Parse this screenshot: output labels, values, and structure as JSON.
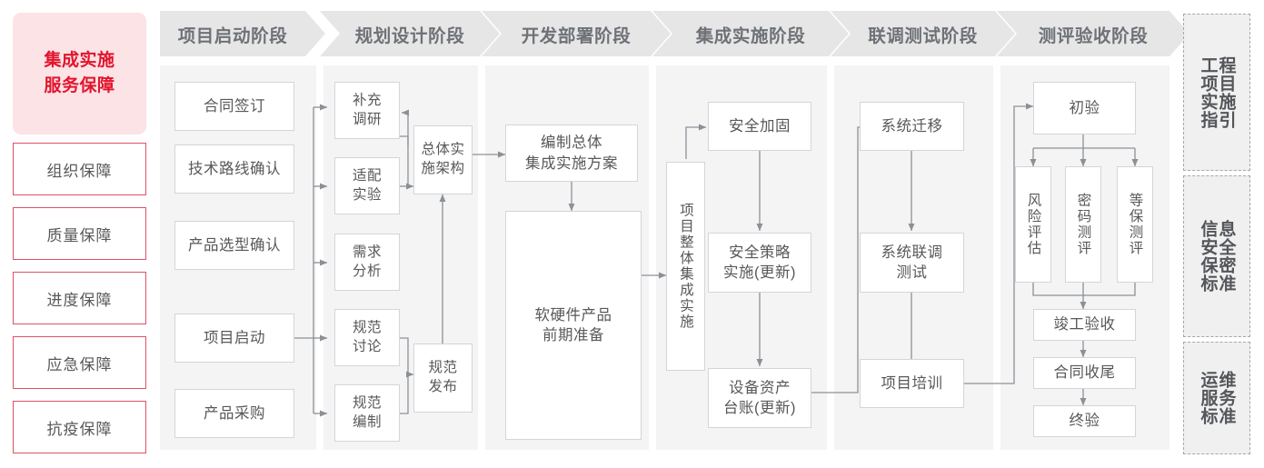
{
  "title_block": {
    "line1": "集成实施",
    "line2": "服务保障",
    "text": "集成实施服务保障"
  },
  "guarantees": [
    {
      "label": "组织保障"
    },
    {
      "label": "质量保障"
    },
    {
      "label": "进度保障"
    },
    {
      "label": "应急保障"
    },
    {
      "label": "抗疫保障"
    }
  ],
  "phases": [
    {
      "id": "p1",
      "header": "项目启动阶段"
    },
    {
      "id": "p2",
      "header": "规划设计阶段"
    },
    {
      "id": "p3",
      "header": "开发部署阶段"
    },
    {
      "id": "p4",
      "header": "集成实施阶段"
    },
    {
      "id": "p5",
      "header": "联调测试阶段"
    },
    {
      "id": "p6",
      "header": "测评验收阶段"
    }
  ],
  "nodes": {
    "contract": {
      "label": "合同签订"
    },
    "tech_route": {
      "label": "技术路线确认"
    },
    "product_select": {
      "label": "产品选型确认"
    },
    "project_kickoff": {
      "label": "项目启动"
    },
    "product_purchase": {
      "label": "产品采购"
    },
    "extra_research": {
      "line1": "补充",
      "line2": "调研"
    },
    "adapt_test": {
      "line1": "适配",
      "line2": "实验"
    },
    "req_analysis": {
      "line1": "需求",
      "line2": "分析"
    },
    "spec_discuss": {
      "line1": "规范",
      "line2": "讨论"
    },
    "spec_draft": {
      "line1": "规范",
      "line2": "编制"
    },
    "spec_release": {
      "line1": "规范",
      "line2": "发布"
    },
    "overall_arch": {
      "line1": "总体实",
      "line2": "施架构"
    },
    "make_plan": {
      "line1": "编制总体",
      "line2": "集成实施方案"
    },
    "hw_sw_prep": {
      "line1": "软硬件产品",
      "line2": "前期准备"
    },
    "overall_integration": {
      "label": "项目整体集成实施"
    },
    "security_harden": {
      "label": "安全加固"
    },
    "security_policy": {
      "line1": "安全策略",
      "line2": "实施(更新)"
    },
    "asset_ledger": {
      "line1": "设备资产",
      "line2": "台账(更新)"
    },
    "sys_migration": {
      "label": "系统迁移"
    },
    "sys_joint_test": {
      "line1": "系统联调",
      "line2": "测试"
    },
    "project_training": {
      "label": "项目培训"
    },
    "first_accept": {
      "label": "初验"
    },
    "risk_assess": {
      "label": "风险评估"
    },
    "crypto_eval": {
      "label": "密码测评"
    },
    "level_eval": {
      "label": "等保测评"
    },
    "completion_accept": {
      "label": "竣工验收"
    },
    "contract_close": {
      "label": "合同收尾"
    },
    "final_accept": {
      "label": "终验"
    }
  },
  "standards": [
    {
      "id": "s1",
      "right": "程目施引",
      "left": "工项实指",
      "text": "工程项目实施指引"
    },
    {
      "id": "s2",
      "right": "息全密准",
      "left": "信安保标",
      "text": "信息安全保密标准"
    },
    {
      "id": "s3",
      "right": "维务准",
      "left": "运服标",
      "text": "运维服务标准"
    }
  ],
  "colors": {
    "accent_red": "#e2142c",
    "lead_bg": "#fbe3e6",
    "guarantee_border": "#e05163",
    "panel_bg": "#f4f4f4",
    "header_bg": "#e6e6e6",
    "node_border": "#d3d5d8",
    "text_gray": "#58585b",
    "wire": "#8c9096"
  }
}
